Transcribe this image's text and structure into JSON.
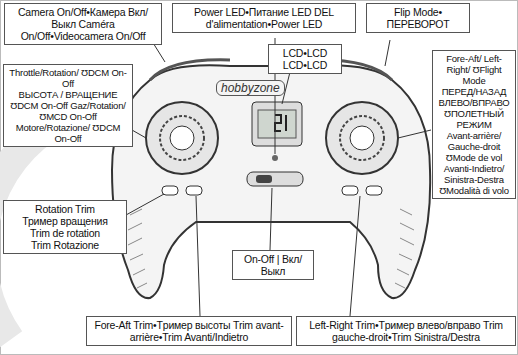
{
  "diagram": {
    "nodes": [
      {
        "text": [
          "Camera On/Off•Камера Вкл/Выкл Caméra On/Off•Videocamera On/Off"
        ]
      },
      {
        "text": [
          "Power LED•Питание LED DEL d'alimentation•Power LED"
        ]
      },
      {
        "text": [
          "Flip Mode• ПЕРЕВОРОТ"
        ]
      },
      {
        "text": [
          "Throttle/Rotation/ ƱDCM On-Off",
          "ВЫСОТА / ВРАЩЕНИЕ",
          "ƱDCM On-Off Gaz/Rotation/ ƱMCD On-Off",
          "Motore/Rotazione/ ƱDCM On-Off"
        ]
      },
      {
        "text": [
          "LCD•LCD LCD•LCD"
        ]
      },
      {
        "text": [
          "Fore-Aft/ Left-Right/ ƱFlight Mode",
          "ПЕРЕД/НАЗАД ВЛЕВО/ВПРАВО ƱПОЛЕТНЫЙ РЕЖИМ",
          "Avant-arrière/ Gauche-droit ƱMode de vol",
          "Avanti-Indietro/ Sinistra-Destra ƱModalità di volo"
        ]
      },
      {
        "text": [
          "Rotation Trim",
          "Тример вращения",
          "Trim de rotation",
          "Trim Rotazione"
        ]
      },
      {
        "text": [
          "On-Off | Вкл/Выкл"
        ]
      },
      {
        "text": [
          "Fore-Aft Trim•Tример высоты Trim avant-arrière•Trim Avanti/Indietro"
        ]
      },
      {
        "text": [
          "Left-Right Trim•Tример влево/вправо Trim gauche-droit•Trim Sinistra/Destra"
        ]
      }
    ],
    "labels": [
      "hobbyzone"
    ]
  }
}
